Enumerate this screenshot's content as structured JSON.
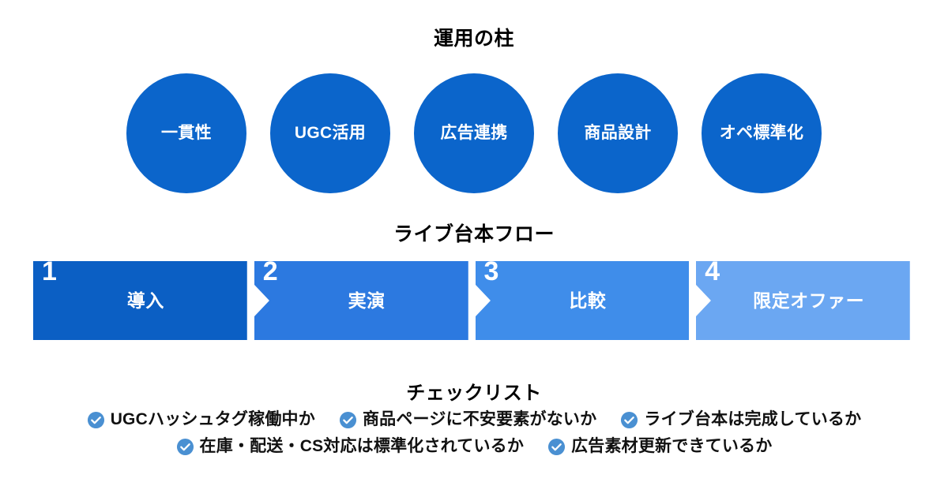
{
  "pillars": {
    "title": "運用の柱",
    "circle_color": "#0B65CB",
    "items": [
      {
        "label": "一貫性"
      },
      {
        "label": "UGC活用"
      },
      {
        "label": "広告連携"
      },
      {
        "label": "商品設計"
      },
      {
        "label": "オペ標準化"
      }
    ]
  },
  "flow": {
    "title": "ライブ台本フロー",
    "steps": [
      {
        "number": "1",
        "label": "導入",
        "color": "#0B5FC4"
      },
      {
        "number": "2",
        "label": "実演",
        "color": "#2C79E0"
      },
      {
        "number": "3",
        "label": "比較",
        "color": "#3F8DEA"
      },
      {
        "number": "4",
        "label": "限定オファー",
        "color": "#6BA7F2"
      }
    ]
  },
  "checklist": {
    "title": "チェックリスト",
    "icon_color": "#4A90D2",
    "icon_name": "check-circle-icon",
    "rows": [
      [
        {
          "text": "UGCハッシュタグ稼働中か"
        },
        {
          "text": "商品ページに不安要素がないか"
        },
        {
          "text": "ライブ台本は完成しているか"
        }
      ],
      [
        {
          "text": "在庫・配送・CS対応は標準化されているか"
        },
        {
          "text": "広告素材更新できているか"
        }
      ]
    ]
  }
}
